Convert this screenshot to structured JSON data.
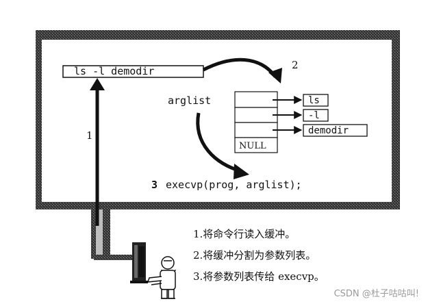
{
  "command_line": "ls -l demodir",
  "arglist_label": "arglist",
  "arglist_cells": [
    "",
    "",
    "",
    "NULL"
  ],
  "args": [
    "ls",
    "-l",
    "demodir"
  ],
  "step_markers": [
    "1",
    "2"
  ],
  "execvp_number": "3",
  "execvp_call": "execvp(prog, arglist);",
  "steps": [
    "1.将命令行读入缓冲。",
    "2.将缓冲分割为参数列表。",
    "3.将参数列表传给 execvp。"
  ],
  "watermark": "CSDN @杜子咕咕叫!"
}
